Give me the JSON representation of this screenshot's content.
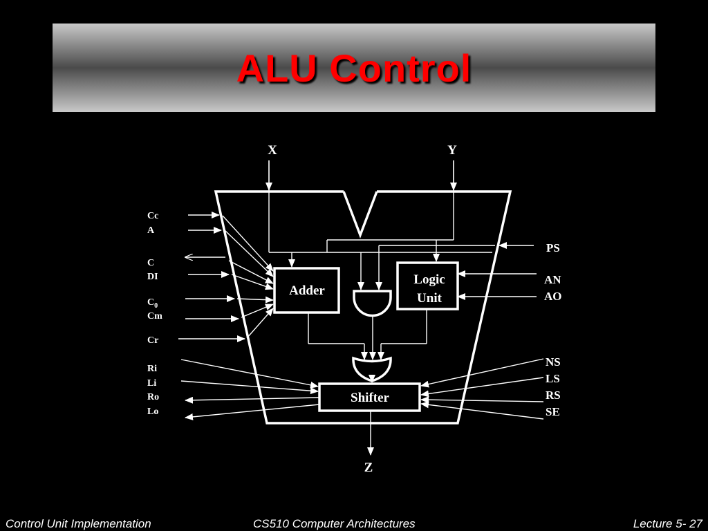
{
  "title": "ALU Control",
  "diagram": {
    "inputs_top": {
      "x": "X",
      "y": "Y"
    },
    "output": "Z",
    "blocks": {
      "adder": "Adder",
      "logic_line1": "Logic",
      "logic_line2": "Unit",
      "shifter": "Shifter"
    },
    "left_signals": {
      "cc": "Cc",
      "a": "A",
      "c": "C",
      "di": "DI",
      "c0_base": "C",
      "c0_sub": "0",
      "cm": "Cm",
      "cr": "Cr",
      "ri": "Ri",
      "li": "Li",
      "ro": "Ro",
      "lo": "Lo"
    },
    "right_signals": {
      "ps": "PS",
      "an": "AN",
      "ao": "AO",
      "ns": "NS",
      "ls": "LS",
      "rs": "RS",
      "se": "SE"
    }
  },
  "footer": {
    "left": "Control Unit Implementation",
    "center": "CS510 Computer Architectures",
    "right": "Lecture 5- 27"
  }
}
